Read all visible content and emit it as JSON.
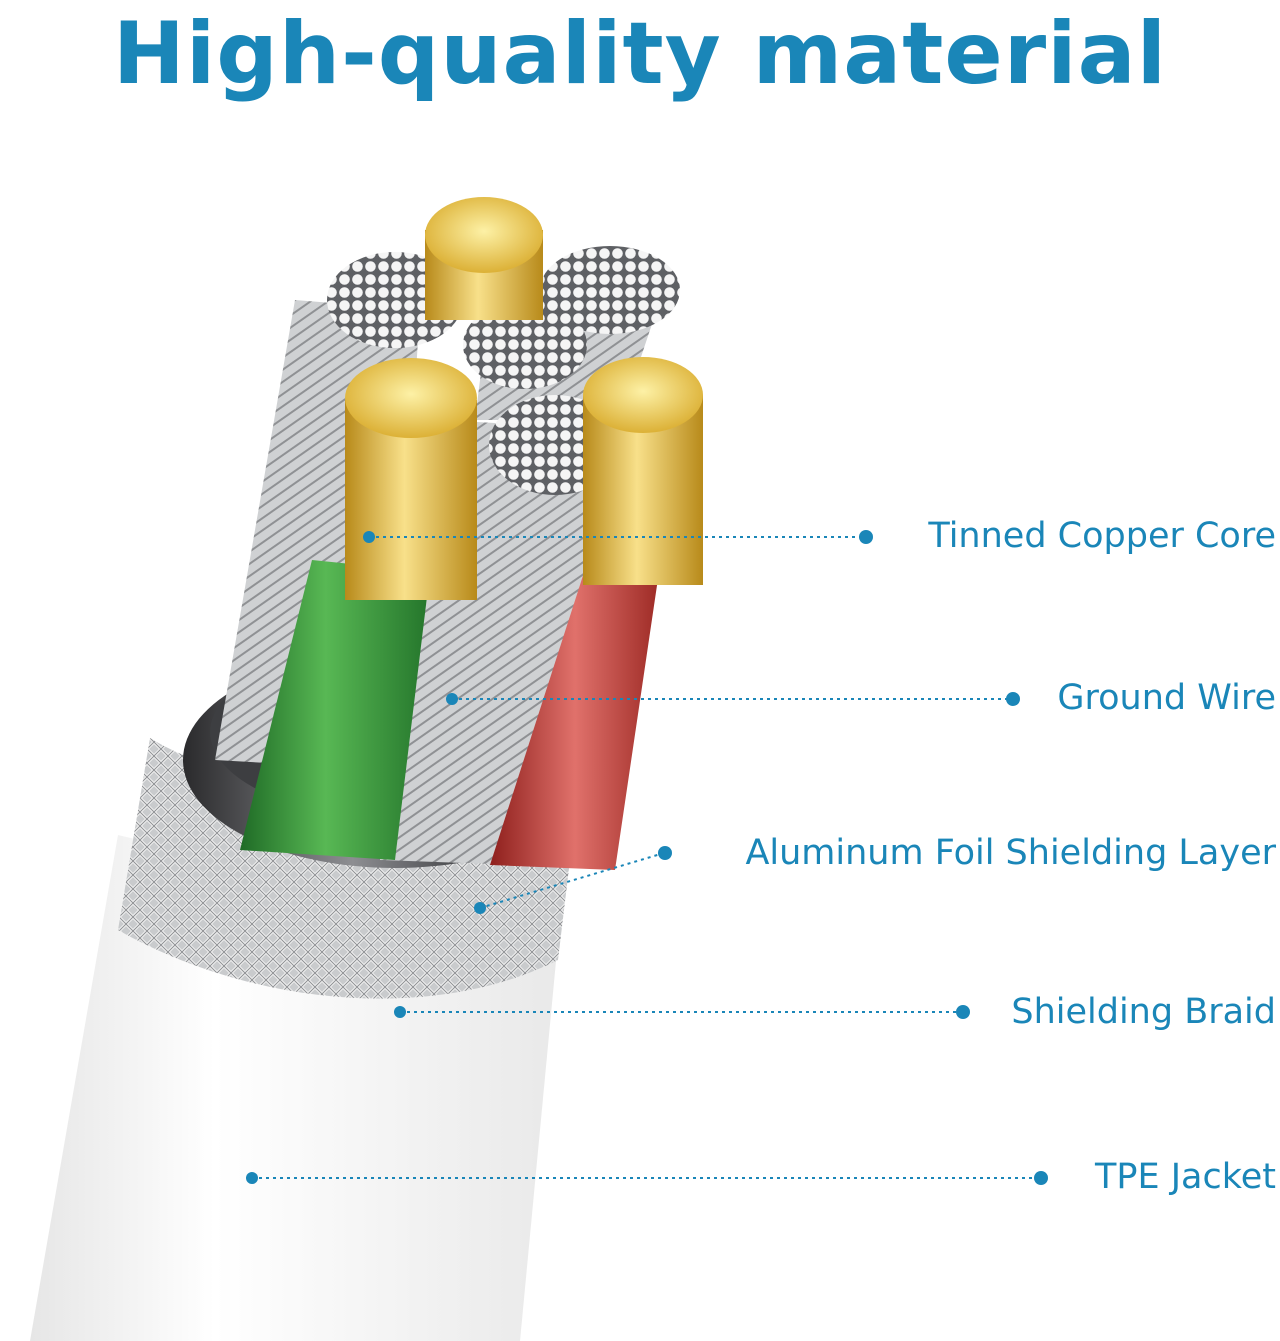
{
  "title": "High-quality material",
  "colors": {
    "accent": "#1a86b8",
    "copper": "#e2b93a",
    "green_insulation": "#3f9a3a",
    "red_insulation": "#c64844",
    "silver_strand": "#d2d4d6",
    "jacket": "#f4f4f4"
  },
  "callouts": [
    {
      "id": "tinned-copper-core",
      "label": "Tinned Copper Core"
    },
    {
      "id": "ground-wire",
      "label": "Ground Wire"
    },
    {
      "id": "aluminum-foil-shielding-layer",
      "label": "Aluminum Foil Shielding Layer"
    },
    {
      "id": "shielding-braid",
      "label": "Shielding Braid"
    },
    {
      "id": "tpe-jacket",
      "label": "TPE Jacket"
    }
  ]
}
